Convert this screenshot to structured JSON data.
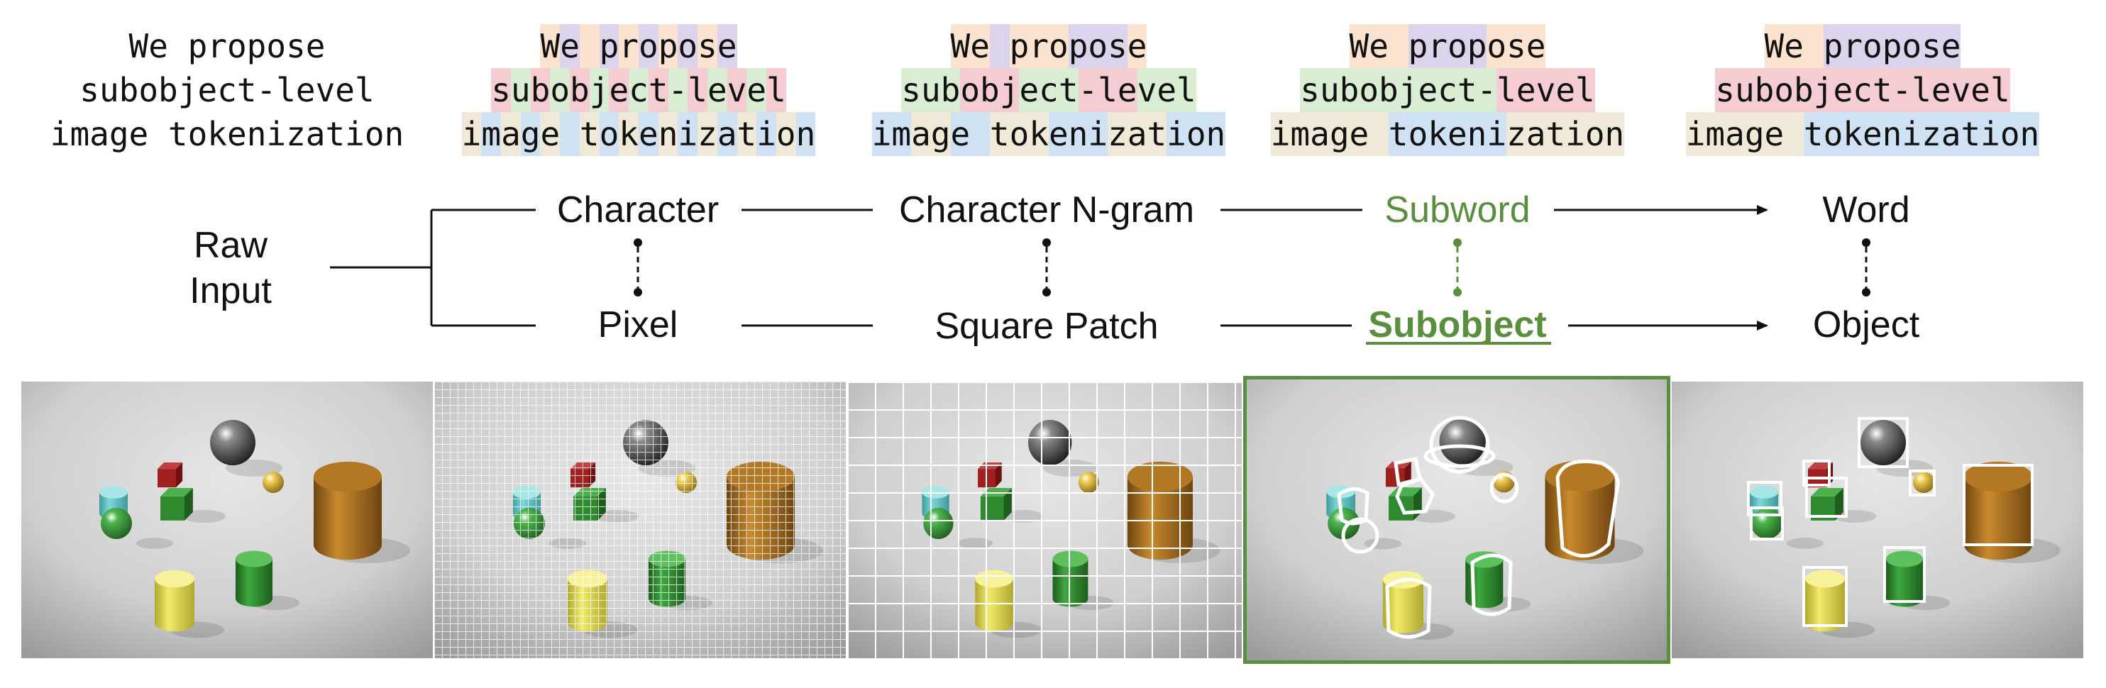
{
  "sentence_lines": [
    "We propose",
    "subobject-level",
    "image tokenization"
  ],
  "hierarchy": {
    "raw_input": [
      "Raw",
      "Input"
    ],
    "text_levels": [
      "Character",
      "Character N-gram",
      "Subword",
      "Word"
    ],
    "image_levels": [
      "Pixel",
      "Square Patch",
      "Subobject",
      "Object"
    ],
    "highlight_index": 2
  },
  "colors": {
    "highlight": "#5a8f3e",
    "token_palette": [
      "#fbe3cf",
      "#f6ccd3",
      "#cfe2f3",
      "#dcd3ec",
      "#d9edd3",
      "#f1e9d8"
    ]
  },
  "panels": [
    "raw",
    "pixel",
    "square-patch",
    "subobject",
    "object"
  ]
}
